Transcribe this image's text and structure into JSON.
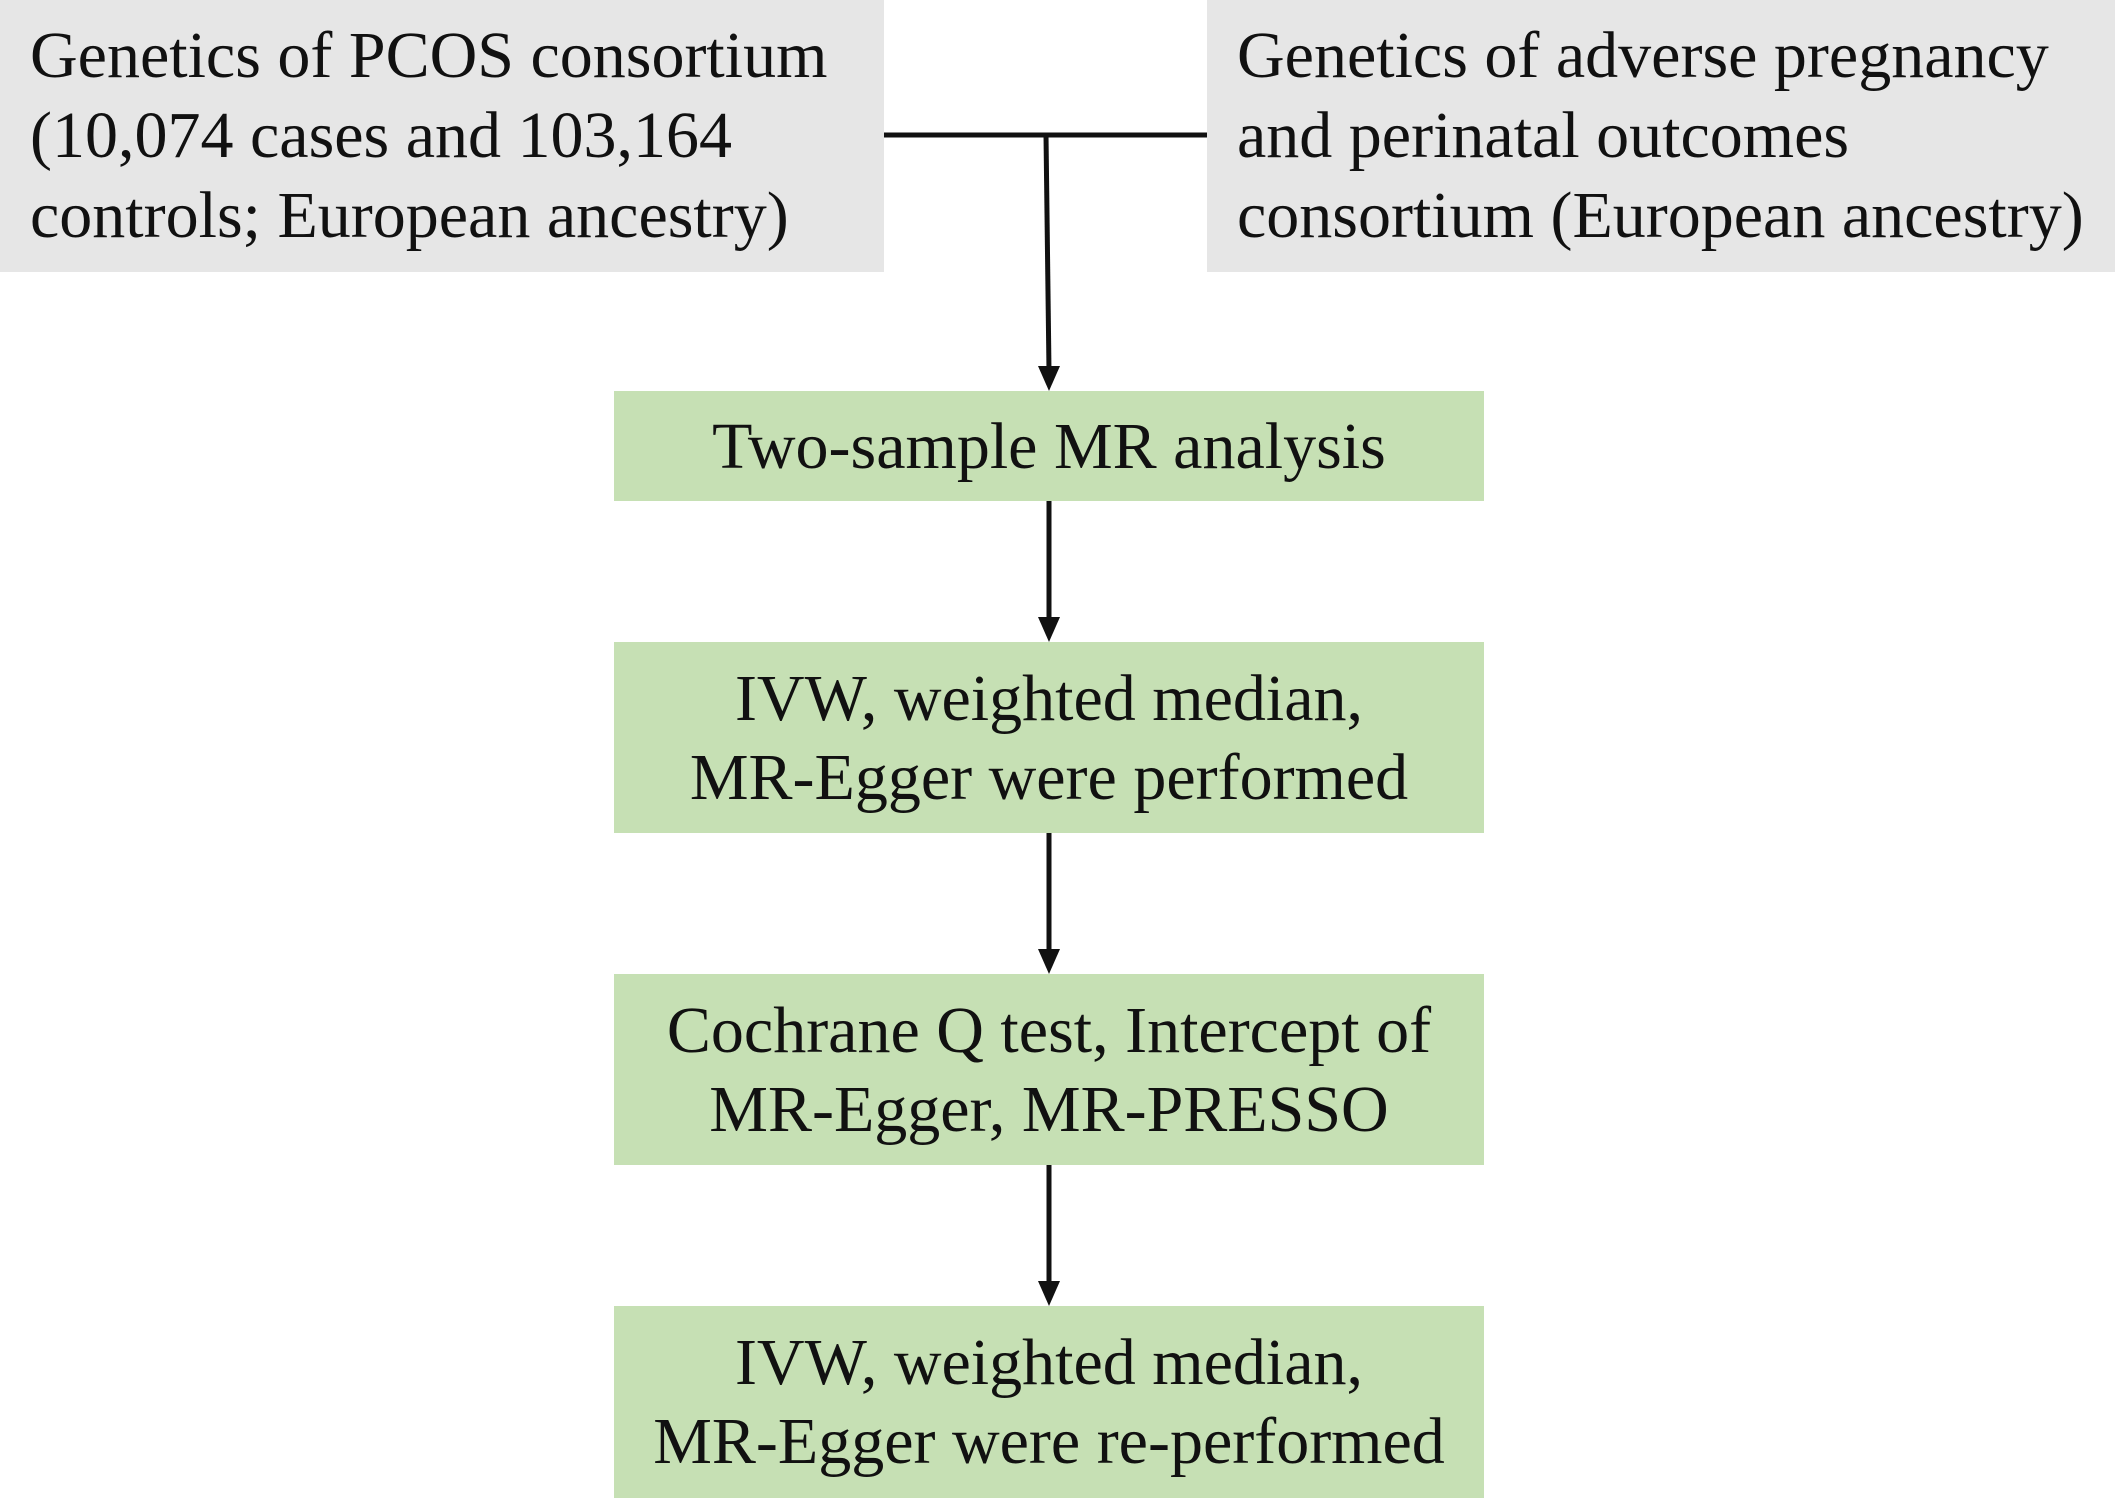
{
  "sources": {
    "pcos": {
      "lines": [
        "Genetics of PCOS consortium",
        "(10,074 cases and 103,164",
        "controls; European ancestry)"
      ]
    },
    "outcomes": {
      "lines": [
        "Genetics of adverse pregnancy",
        "and perinatal outcomes",
        "consortium (European ancestry)"
      ]
    }
  },
  "steps": [
    {
      "lines": [
        "Two-sample MR analysis"
      ]
    },
    {
      "lines": [
        "IVW, weighted median,",
        "MR-Egger were performed"
      ]
    },
    {
      "lines": [
        "Cochrane Q test, Intercept of",
        "MR-Egger, MR-PRESSO"
      ]
    },
    {
      "lines": [
        "IVW, weighted median,",
        "MR-Egger were re-performed"
      ]
    }
  ],
  "colors": {
    "source_fill": "#e6e6e6",
    "step_fill": "#c6e0b4",
    "connector": "#111111"
  }
}
